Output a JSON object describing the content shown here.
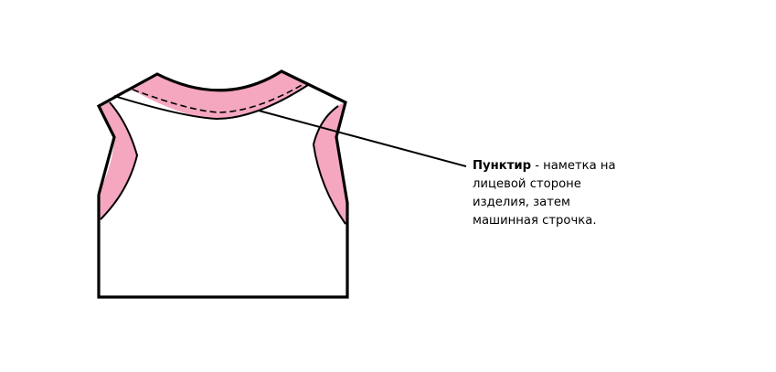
{
  "annotation": {
    "term": "Пунктир",
    "description": "- наметка на лицевой стороне изделия, затем машинная строчка."
  },
  "colors": {
    "outline": "#000000",
    "facing": "#f4a7bf",
    "background": "#ffffff"
  },
  "icons": {
    "basting_line": "dashed-line",
    "pointer": "leader-line"
  }
}
